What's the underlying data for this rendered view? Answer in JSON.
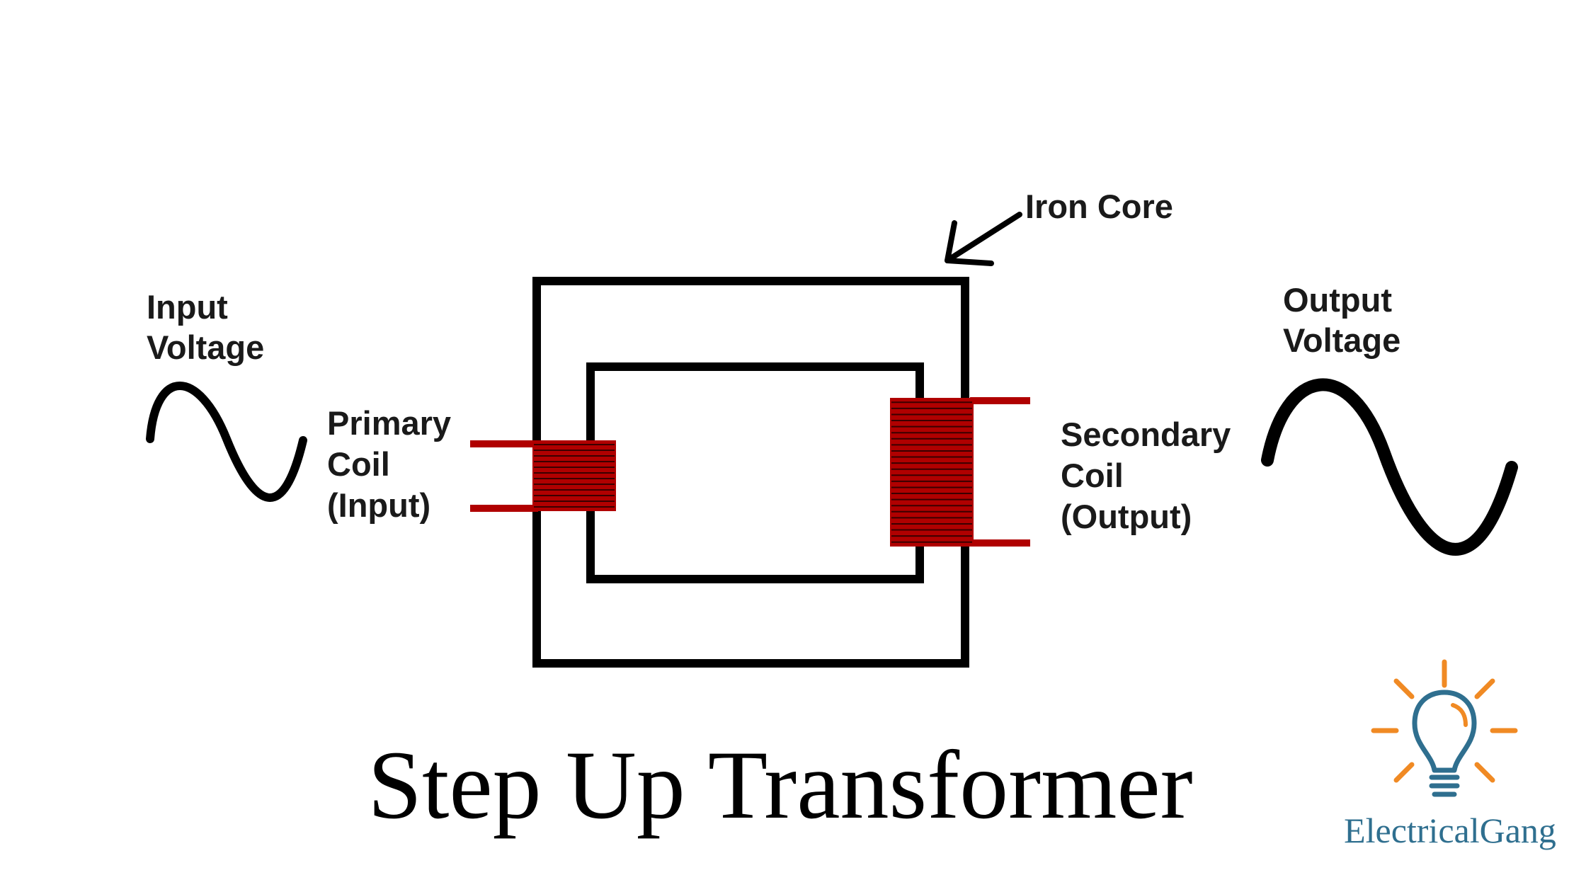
{
  "diagram": {
    "title": "Step Up Transformer",
    "labels": {
      "iron_core": "Iron Core",
      "input_voltage": [
        "Input",
        "Voltage"
      ],
      "output_voltage": [
        "Output",
        "Voltage"
      ],
      "primary_coil": [
        "Primary",
        "Coil",
        "(Input)"
      ],
      "secondary_coil": [
        "Secondary",
        "Coil",
        "(Output)"
      ]
    },
    "winding_turns": {
      "primary": 12,
      "secondary": 24
    }
  },
  "brand": {
    "name": "ElectricalGang",
    "icon": "light-bulb-icon"
  },
  "colors": {
    "line": "#000000",
    "coil": "#b00000",
    "coil_stripe": "#3a0000",
    "brand_text": "#2f6f8f",
    "bulb_outline": "#2f6f8f",
    "bulb_rays": "#f08a24"
  }
}
